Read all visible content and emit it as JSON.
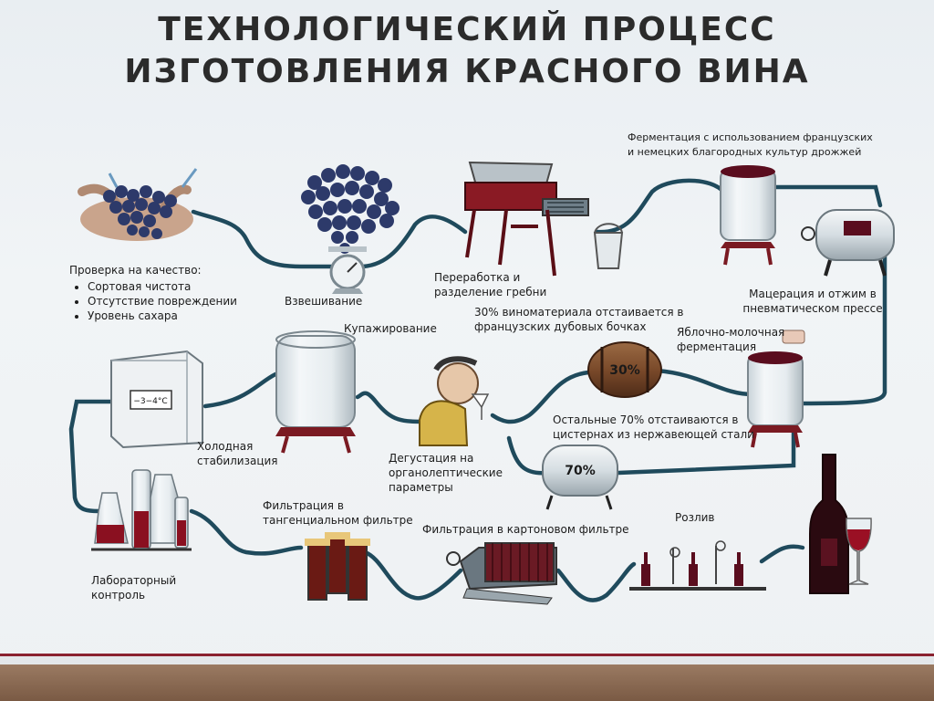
{
  "title": {
    "line1": "ТЕХНОЛОГИЧЕСКИЙ ПРОЦЕСС",
    "line2": "ИЗГОТОВЛЕНИЯ КРАСНОГО ВИНА"
  },
  "steps": {
    "quality": {
      "heading": "Проверка на качество:",
      "items": [
        "Сортовая чистота",
        "Отсутствие повреждении",
        "Уровень сахара"
      ]
    },
    "weighing": "Взвешивание",
    "processing": {
      "line1": "Переработка и",
      "line2": "разделение гребни"
    },
    "fermentation": {
      "line1": "Ферментация с использованием французских",
      "line2": "и немецких благородных культур дрожжей"
    },
    "maceration": {
      "line1": "Мацерация и отжим в",
      "line2": "пневматическом прессе"
    },
    "malolactic": {
      "line1": "Яблочно-молочная",
      "line2": "ферментация"
    },
    "oak": {
      "line1": "30% виноматериала отстаивается в",
      "line2": "французских дубовых бочках"
    },
    "steel": {
      "line1": "Остальные 70% отстаиваются в",
      "line2": "цистернах из нержавеющей стали"
    },
    "tasting": {
      "line1": "Дегустация на",
      "line2": "органолептические",
      "line3": "параметры"
    },
    "blending": "Купажирование",
    "cold": {
      "line1": "Холодная",
      "line2": "стабилизация"
    },
    "lab": {
      "line1": "Лабораторный",
      "line2": "контроль"
    },
    "tangential": {
      "line1": "Фильтрация в",
      "line2": "тангенциальном фильтре"
    },
    "cardboard": "Фильтрация в картоновом фильтре",
    "bottling": "Розлив"
  },
  "barrels": {
    "oak_label": "30%",
    "steel_label": "70%",
    "thermostat_label": "−3−4°C"
  },
  "colors": {
    "pipe": "#1f4a5c",
    "wine": "#5a0d1e",
    "oak": "#7a4a2a",
    "stand": "#7a1a22",
    "grape": "#2d3a6a"
  }
}
